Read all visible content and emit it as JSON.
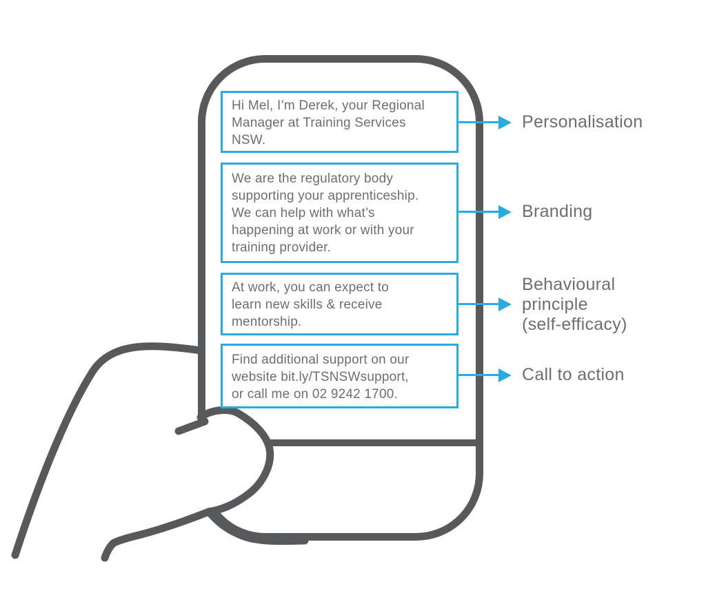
{
  "colors": {
    "accent_blue": "#29abe2",
    "outline_gray": "#58595b",
    "text_gray": "#6d6e71",
    "background": "#ffffff"
  },
  "illustration": {
    "description": "Line-art hand holding a smartphone displaying four SMS messages",
    "icons": [
      "phone-icon",
      "hand-icon",
      "arrow-right-icon"
    ]
  },
  "messages": [
    {
      "lines": [
        "Hi Mel, I’m Derek, your Regional",
        "Manager at Training Services",
        "NSW."
      ]
    },
    {
      "lines": [
        "We are the regulatory body",
        "supporting your apprenticeship.",
        "We can help with what’s",
        "happening at work or with your",
        "training provider."
      ]
    },
    {
      "lines": [
        "At work, you can expect to",
        "learn new skills & receive",
        "mentorship."
      ]
    },
    {
      "lines": [
        "Find additional support on our",
        "website bit.ly/TSNSWsupport,",
        "or call me on 02 9242 1700."
      ]
    }
  ],
  "annotations": [
    {
      "lines": [
        "Personalisation"
      ]
    },
    {
      "lines": [
        "Branding"
      ]
    },
    {
      "lines": [
        "Behavioural",
        "principle",
        "(self-efficacy)"
      ]
    },
    {
      "lines": [
        "Call to action"
      ]
    }
  ]
}
